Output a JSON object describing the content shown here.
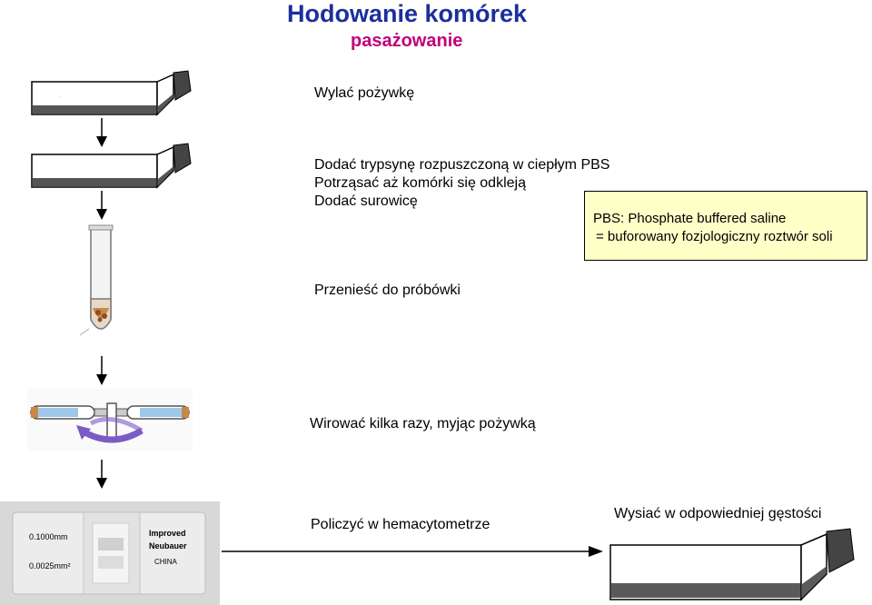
{
  "header": {
    "title": "Hodowanie komórek",
    "subtitle": "pasażowanie"
  },
  "steps": {
    "pour_off": "Wylać pożywkę",
    "add_trypsin": "Dodać trypsynę rozpuszczoną w ciepłym PBS",
    "shake": "Potrząsać aż komórki się odkleją",
    "add_serum": "Dodać surowicę",
    "transfer": "Przenieść do próbówki",
    "centrifuge": "Wirować kilka razy, myjąc pożywką",
    "count": "Policzyć w hemacytometrze",
    "seed": "Wysiać w odpowiedniej gęstości"
  },
  "pbs_note": {
    "line1": "PBS: Phosphate buffered saline",
    "line2": "= buforowany fozjologiczny roztwór soli"
  },
  "hemacytometer": {
    "label_top_left": "0.1000mm",
    "label_bottom_left": "0.0025mm²",
    "label_improved": "Improved",
    "label_neubauer": "Neubauer",
    "label_china": "CHINA"
  },
  "colors": {
    "title": "#1c2f9c",
    "subtitle": "#c0007a",
    "note_bg": "#ffffc8",
    "rotation_arrow": "#7b5cc4",
    "tube_liquid": "#9fc8e8",
    "cell_pellet": "#c9874a"
  }
}
